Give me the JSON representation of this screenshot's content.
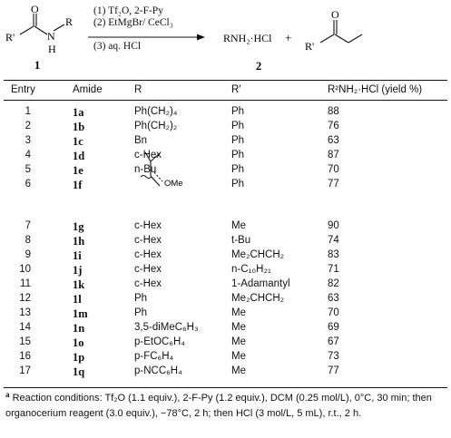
{
  "scheme": {
    "amide_atoms": {
      "O": "O",
      "N": "N",
      "H": "H",
      "R": "R",
      "Rp": "R'"
    },
    "amide_label": "1",
    "conditions": [
      "(1) Tf₂O, 2-F-Py",
      "(2) EtMgBr/ CeCl₃",
      "(3) aq. HCl"
    ],
    "product_amine": "RNH₂·HCl",
    "plus": "+",
    "product_label": "2",
    "ketone_atoms": {
      "O": "O",
      "Rp": "R'"
    }
  },
  "table": {
    "headers": {
      "entry": "Entry",
      "amide": "Amide",
      "r": "R",
      "rp": "R′",
      "yield": "R²NH₂·HCl (yield %)"
    },
    "rows": [
      {
        "entry": "1",
        "amide": "1a",
        "r": "Ph(CH₂)₄",
        "rp": "Ph",
        "yield": "88"
      },
      {
        "entry": "2",
        "amide": "1b",
        "r": "Ph(CH₂)₂",
        "rp": "Ph",
        "yield": "76"
      },
      {
        "entry": "3",
        "amide": "1c",
        "r": "Bn",
        "rp": "Ph",
        "yield": "63"
      },
      {
        "entry": "4",
        "amide": "1d",
        "r": "c-Hex",
        "rp": "Ph",
        "yield": "87"
      },
      {
        "entry": "5",
        "amide": "1e",
        "r": "n-Bu",
        "rp": "Ph",
        "yield": "70"
      },
      {
        "entry": "6",
        "amide": "1f",
        "r": "",
        "rp": "Ph",
        "yield": "77"
      },
      {
        "entry": "7",
        "amide": "1g",
        "r": "c-Hex",
        "rp": "Me",
        "yield": "90"
      },
      {
        "entry": "8",
        "amide": "1h",
        "r": "c-Hex",
        "rp": "t-Bu",
        "yield": "74"
      },
      {
        "entry": "9",
        "amide": "1i",
        "r": "c-Hex",
        "rp": "Me₂CHCH₂",
        "yield": "83"
      },
      {
        "entry": "10",
        "amide": "1j",
        "r": "c-Hex",
        "rp": "n-C₁₀H₂₁",
        "yield": "71"
      },
      {
        "entry": "11",
        "amide": "1k",
        "r": "c-Hex",
        "rp": "1-Adamantyl",
        "yield": "82"
      },
      {
        "entry": "12",
        "amide": "1l",
        "r": "Ph",
        "rp": "Me₂CHCH₂",
        "yield": "63"
      },
      {
        "entry": "13",
        "amide": "1m",
        "r": "Ph",
        "rp": "Me",
        "yield": "70"
      },
      {
        "entry": "14",
        "amide": "1n",
        "r": "3,5-diMeC₆H₃",
        "rp": "Me",
        "yield": "69"
      },
      {
        "entry": "15",
        "amide": "1o",
        "r": "p-EtOC₆H₄",
        "rp": "Me",
        "yield": "67"
      },
      {
        "entry": "16",
        "amide": "1p",
        "r": "p-FC₆H₄",
        "rp": "Me",
        "yield": "73"
      },
      {
        "entry": "17",
        "amide": "1q",
        "r": "p-NCC₆H₄",
        "rp": "Me",
        "yield": "77"
      }
    ],
    "entry6_structure_label": "OMe"
  },
  "footnote": {
    "marker": "a",
    "text": "Reaction conditions: Tf₂O (1.1 equiv.), 2-F-Py (1.2 equiv.), DCM (0.25 mol/L), 0°C, 30 min; then organocerium reagent (3.0 equiv.), −78°C, 2 h; then HCl (3 mol/L, 5 mL), r.t., 2 h."
  }
}
